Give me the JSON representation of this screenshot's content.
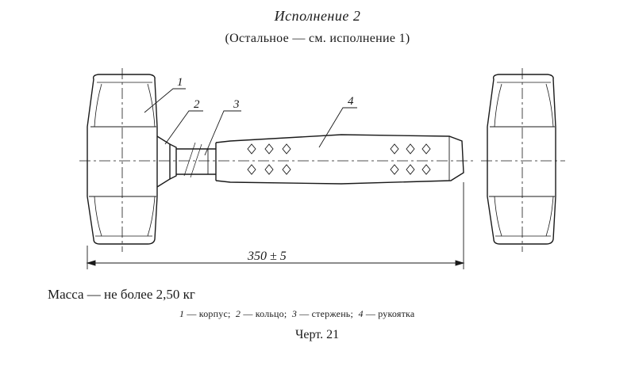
{
  "header": {
    "title": "Исполнение 2",
    "subtitle": "(Остальное — см. исполнение 1)"
  },
  "drawing": {
    "callouts": [
      "1",
      "2",
      "3",
      "4"
    ],
    "dimension": "350 ± 5"
  },
  "notes": {
    "mass": "Масса — не более 2,50 кг",
    "legend": [
      {
        "num": "1",
        "text": "— корпус;"
      },
      {
        "num": "2",
        "text": "— кольцо;"
      },
      {
        "num": "3",
        "text": "— стержень;"
      },
      {
        "num": "4",
        "text": "— рукоятка"
      }
    ],
    "figure_caption": "Черт. 21"
  }
}
